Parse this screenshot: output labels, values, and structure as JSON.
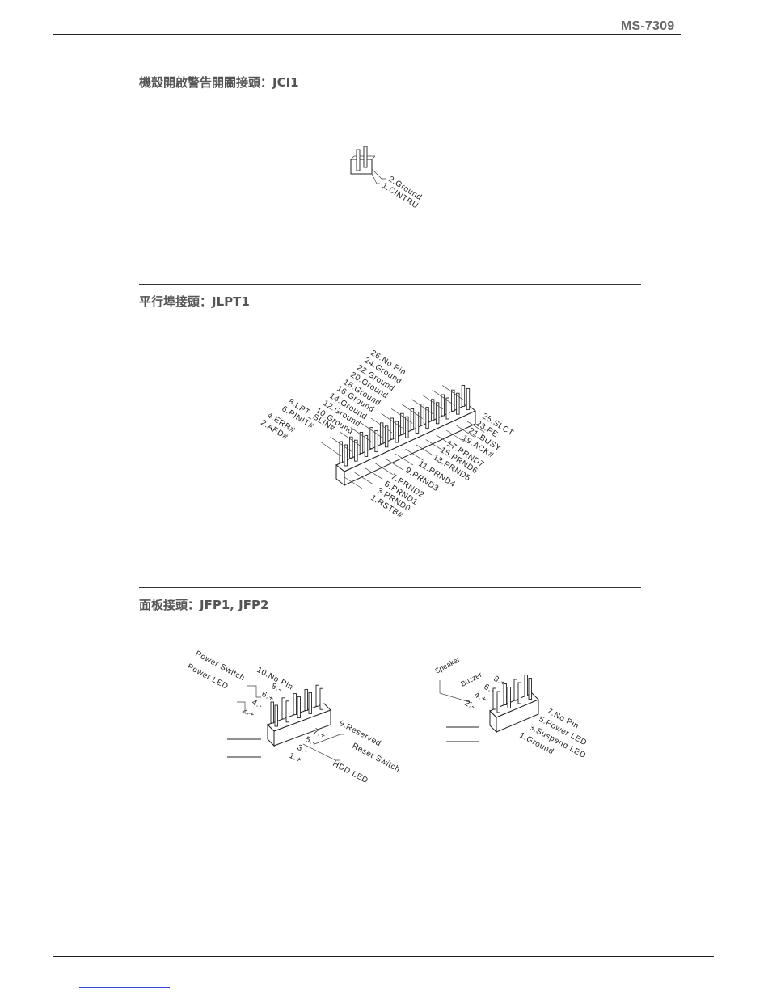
{
  "header": {
    "model": "MS-7309"
  },
  "sections": [
    {
      "title": "機殼開啟警告開關接頭：JCI1",
      "pins": [
        "2.Ground",
        "1.CINTRU"
      ]
    },
    {
      "title": "平行埠接頭：JLPT1",
      "pins_even": [
        "26.No Pin",
        "24.Ground",
        "22.Ground",
        "20.Ground",
        "18.Ground",
        "16.Ground",
        "14.Ground",
        "12.Ground",
        "10.Ground",
        "8.LPT_SLIN#",
        "6.PINIT#",
        "4.ERR#",
        "2.AFD#"
      ],
      "pins_odd": [
        "25.SLCT",
        "23.PE",
        "21.BUSY",
        "19.ACK#",
        "17.PRND7",
        "15.PRND6",
        "13.PRND5",
        "11.PRND4",
        "9.PRND3",
        "7.PRND2",
        "5.PRND1",
        "3.PRND0",
        "1.RSTB#"
      ]
    },
    {
      "title": "面板接頭：JFP1, JFP2",
      "jfp1_top": [
        "Power Switch",
        "Power LED",
        "10.No Pin",
        "8.-",
        "6.+",
        "4.-",
        "2.+"
      ],
      "jfp1_bottom": [
        "9.Reserved",
        "7.+",
        "5.-",
        "3.-",
        "1.+",
        "Reset Switch",
        "HDD LED"
      ],
      "jfp2_top": [
        "Speaker",
        "Buzzer",
        "8.+",
        "6.-",
        "4.+",
        "2.-"
      ],
      "jfp2_bottom": [
        "7.No Pin",
        "5.Power LED",
        "3.Suspend LED",
        "1.Ground"
      ]
    }
  ]
}
